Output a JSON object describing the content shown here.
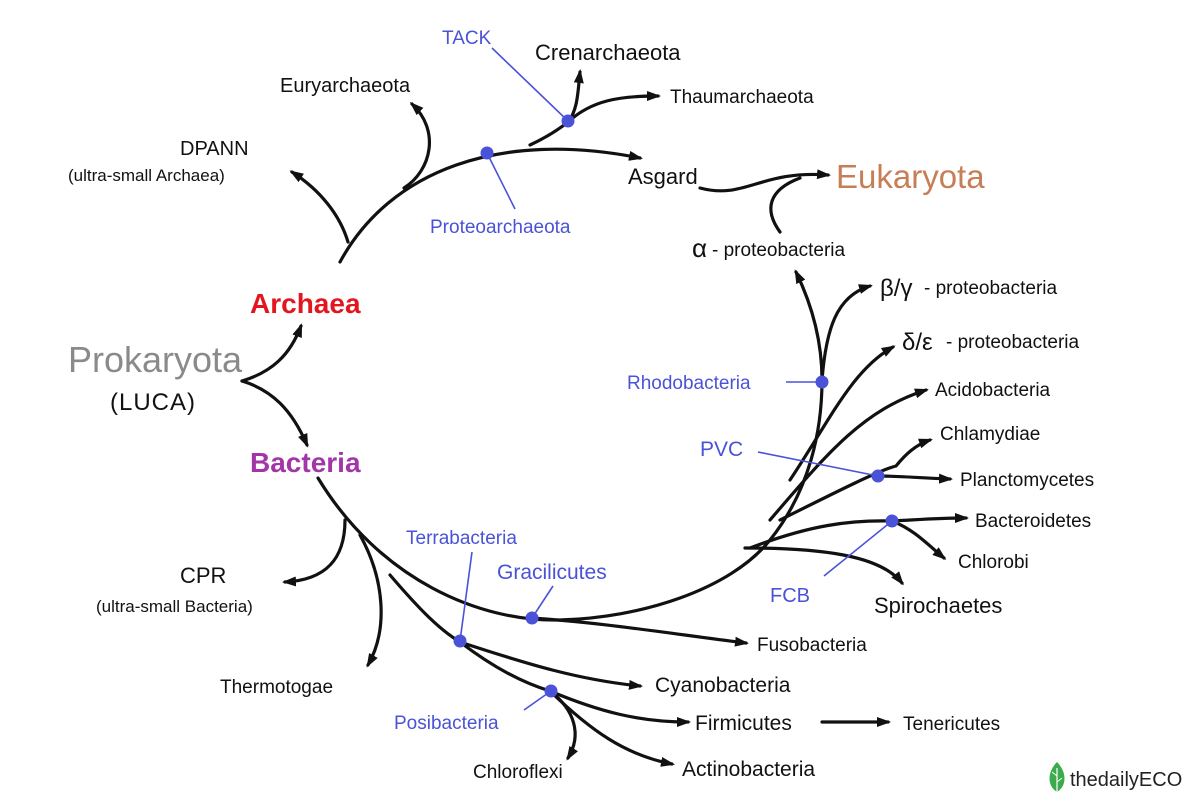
{
  "title": "Tree of Life",
  "colors": {
    "line": "#111111",
    "clade": "#4a52d8",
    "archaea": "#e3161f",
    "bacteria": "#a236a8",
    "eukaryota": "#c77d55",
    "prokaryota": "#8a8a8a",
    "logo_leaf": "#3cab4c"
  },
  "root": {
    "label": "Prokaryota",
    "sub": "(LUCA)"
  },
  "domains": {
    "archaea": "Archaea",
    "bacteria": "Bacteria",
    "eukaryota": "Eukaryota"
  },
  "archaea_taxa": {
    "dpann": "DPANN",
    "dpann_note": "(ultra-small Archaea)",
    "euryarchaeota": "Euryarchaeota",
    "crenarchaeota": "Crenarchaeota",
    "thaumarchaeota": "Thaumarchaeota",
    "asgard": "Asgard"
  },
  "bacteria_taxa": {
    "alpha_symbol": "α",
    "alpha_text": "- proteobacteria",
    "betagamma_symbol": "β/γ",
    "betagamma_text": "- proteobacteria",
    "deltaepsilon_symbol": "δ/ε",
    "deltaepsilon_text": "- proteobacteria",
    "acidobacteria": "Acidobacteria",
    "chlamydiae": "Chlamydiae",
    "planctomycetes": "Planctomycetes",
    "bacteroidetes": "Bacteroidetes",
    "chlorobi": "Chlorobi",
    "spirochaetes": "Spirochaetes",
    "fusobacteria": "Fusobacteria",
    "cyanobacteria": "Cyanobacteria",
    "firmicutes": "Firmicutes",
    "tenericutes": "Tenericutes",
    "actinobacteria": "Actinobacteria",
    "chloroflexi": "Chloroflexi",
    "thermotogae": "Thermotogae",
    "cpr": "CPR",
    "cpr_note": "(ultra-small Bacteria)"
  },
  "clades": {
    "tack": "TACK",
    "proteoarchaeota": "Proteoarchaeota",
    "rhodobacteria": "Rhodobacteria",
    "pvc": "PVC",
    "fcb": "FCB",
    "terrabacteria": "Terrabacteria",
    "gracilicutes": "Gracilicutes",
    "posibacteria": "Posibacteria"
  },
  "logo": {
    "text": "thedailyECO"
  }
}
